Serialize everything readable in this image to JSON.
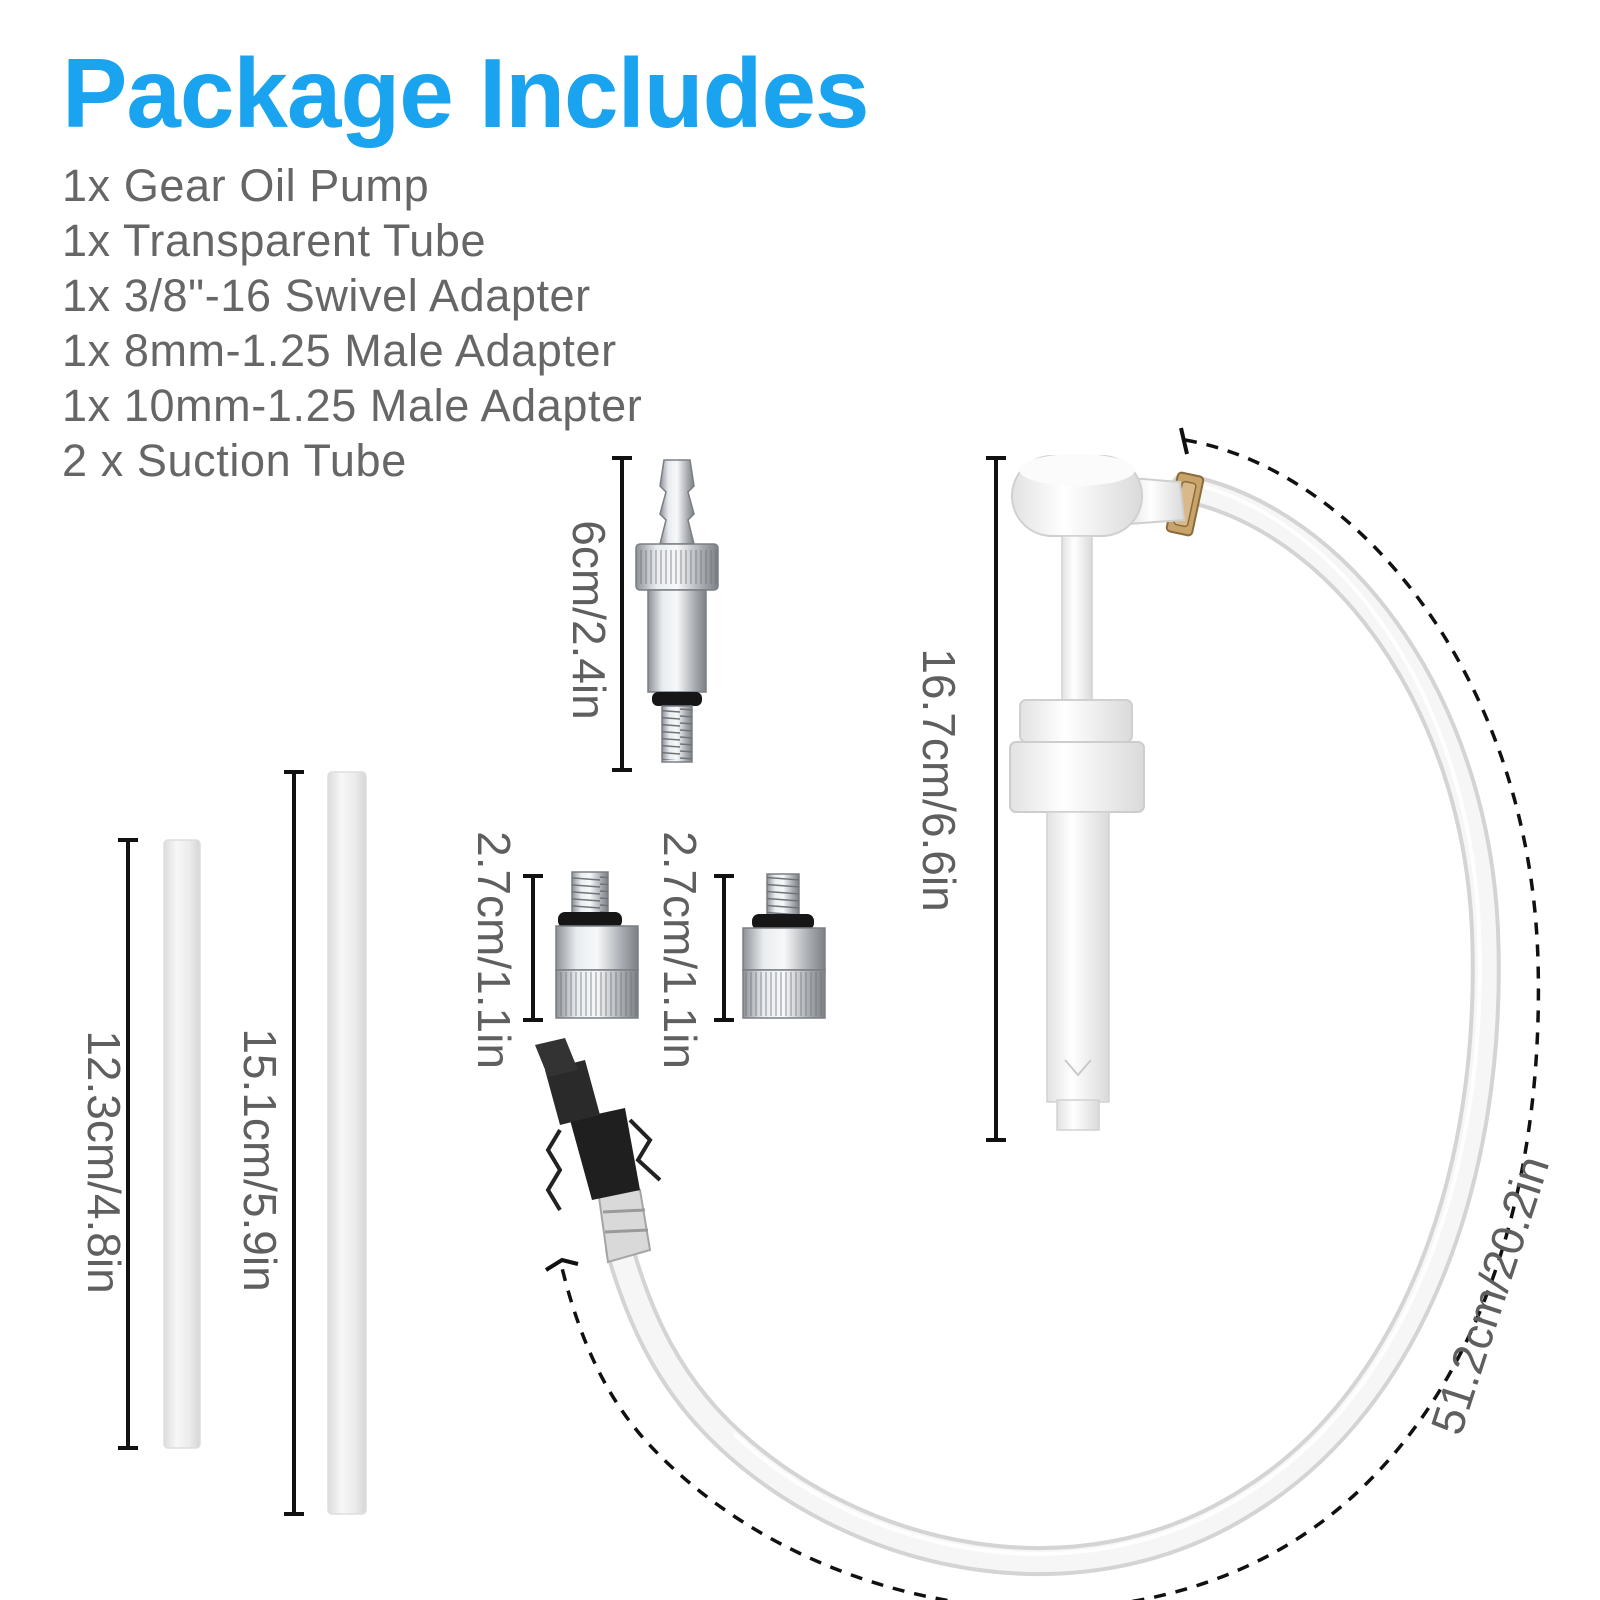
{
  "header": {
    "title": "Package Includes"
  },
  "items": [
    "1x Gear Oil Pump",
    "1x Transparent Tube",
    "1x 3/8\"-16 Swivel Adapter",
    "1x 8mm-1.25 Male Adapter",
    "1x 10mm-1.25 Male Adapter",
    "2 x Suction Tube"
  ],
  "dimensions": {
    "swivel_adapter": "6cm/2.4in",
    "male_adapter_a": "2.7cm/1.1in",
    "male_adapter_b": "2.7cm/1.1in",
    "pump": "16.7cm/6.6in",
    "suction_tube_short": "12.3cm/4.8in",
    "suction_tube_long": "15.1cm/5.9in",
    "transparent_tube": "51.2cm/20.2in"
  },
  "colors": {
    "title": "#1aa3ee",
    "list_text": "#666666",
    "dimension_text": "#5f5f5f",
    "dimension_line": "#111111"
  }
}
